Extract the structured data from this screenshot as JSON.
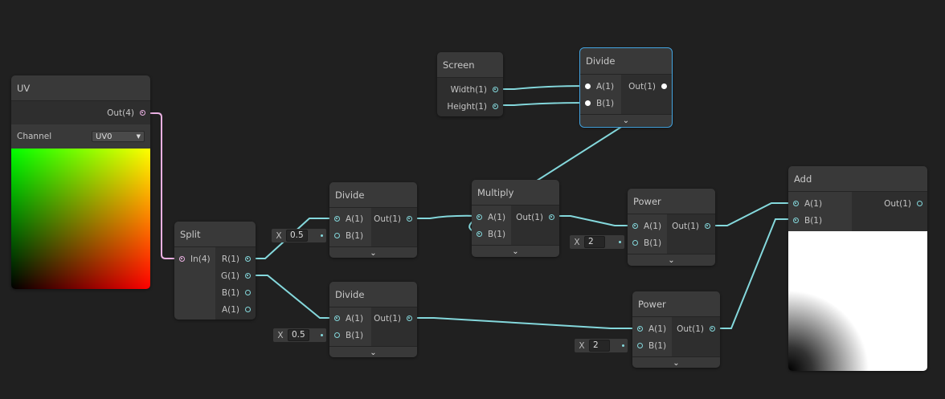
{
  "colors": {
    "background": "#202020",
    "wire_vector1": "#84d8dc",
    "wire_vector4": "#eab0e2",
    "selection": "#44a4e0"
  },
  "nodes": {
    "uv": {
      "title": "UV",
      "out": "Out(4)",
      "channel_label": "Channel",
      "channel_value": "UV0"
    },
    "split": {
      "title": "Split",
      "in": "In(4)",
      "outs": [
        "R(1)",
        "G(1)",
        "B(1)",
        "A(1)"
      ]
    },
    "divide1": {
      "title": "Divide",
      "ins": [
        "A(1)",
        "B(1)"
      ],
      "out": "Out(1)",
      "inline_label": "X",
      "inline_value": "0.5"
    },
    "divide2": {
      "title": "Divide",
      "ins": [
        "A(1)",
        "B(1)"
      ],
      "out": "Out(1)",
      "inline_label": "X",
      "inline_value": "0.5"
    },
    "screen": {
      "title": "Screen",
      "outs": [
        "Width(1)",
        "Height(1)"
      ]
    },
    "divide3": {
      "title": "Divide",
      "ins": [
        "A(1)",
        "B(1)"
      ],
      "out": "Out(1)"
    },
    "multiply": {
      "title": "Multiply",
      "ins": [
        "A(1)",
        "B(1)"
      ],
      "out": "Out(1)"
    },
    "power1": {
      "title": "Power",
      "ins": [
        "A(1)",
        "B(1)"
      ],
      "out": "Out(1)",
      "inline_label": "X",
      "inline_value": "2"
    },
    "power2": {
      "title": "Power",
      "ins": [
        "A(1)",
        "B(1)"
      ],
      "out": "Out(1)",
      "inline_label": "X",
      "inline_value": "2"
    },
    "add": {
      "title": "Add",
      "ins": [
        "A(1)",
        "B(1)"
      ],
      "out": "Out(1)"
    }
  },
  "icons": {
    "expand": "chevron-down-icon",
    "dropdown": "triangle-down-icon"
  }
}
